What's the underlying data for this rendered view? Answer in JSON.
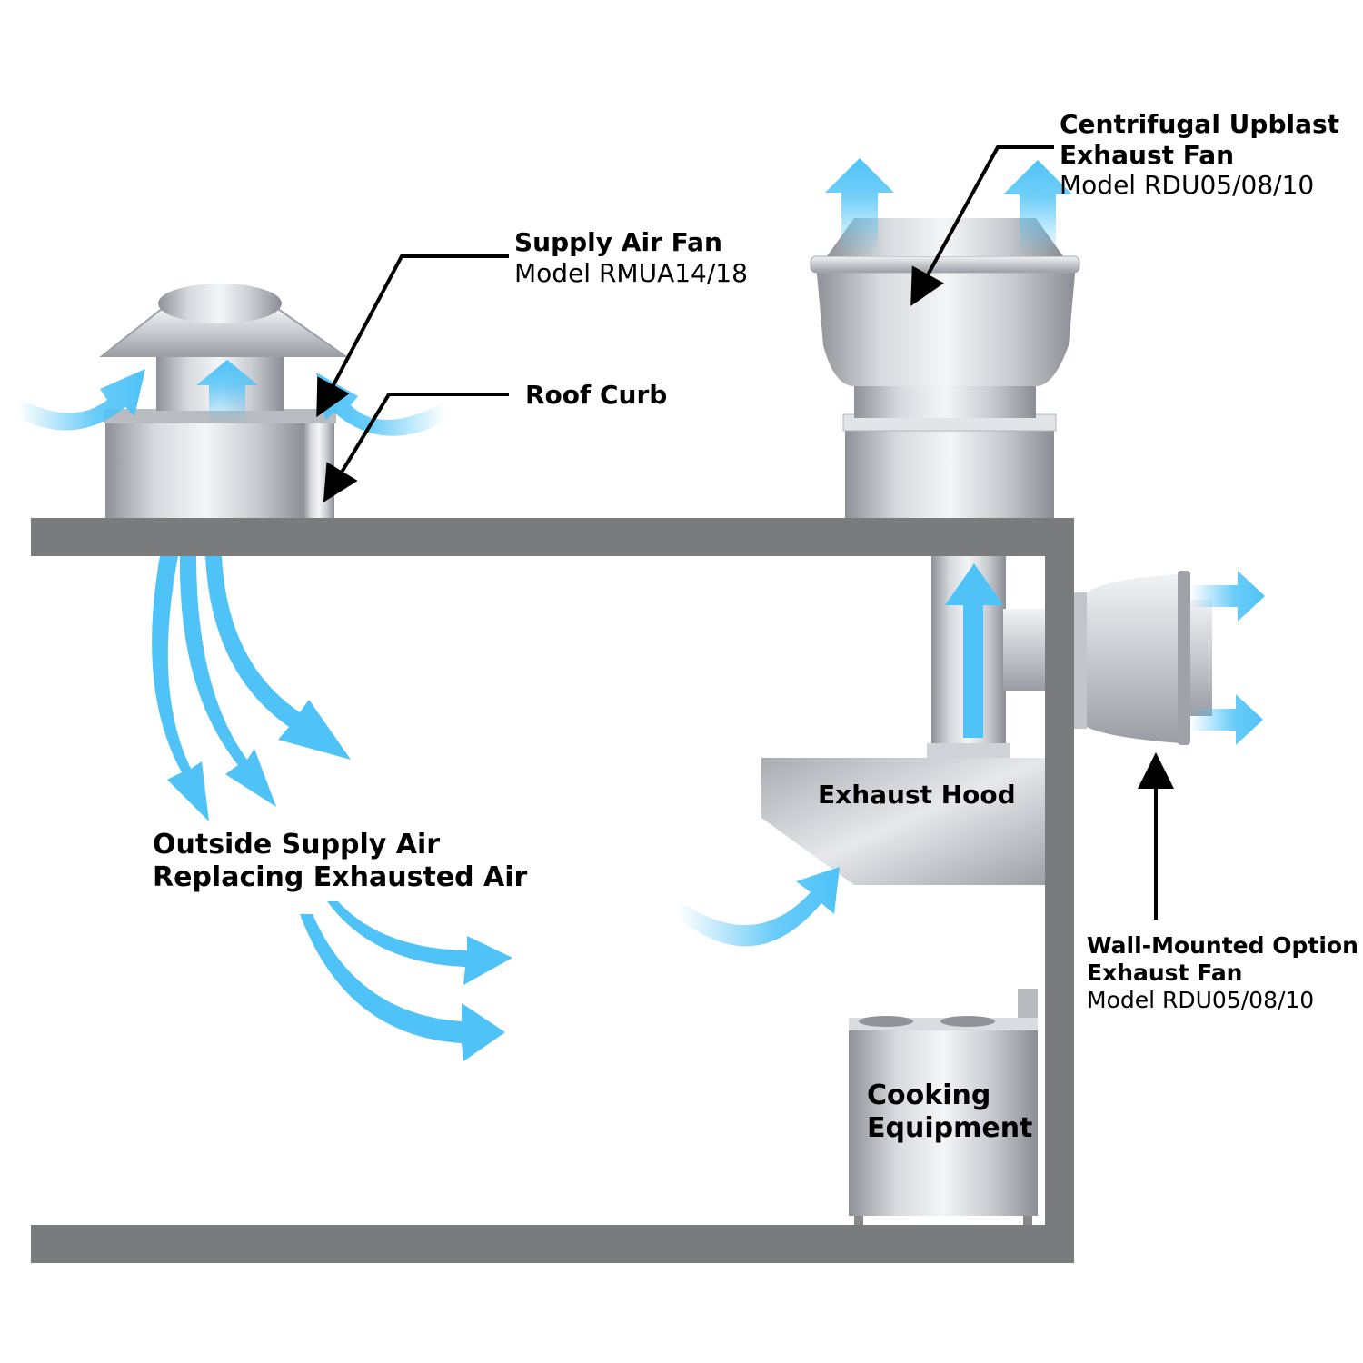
{
  "labels": {
    "centrifugal_fan": {
      "line1": "Centrifugal Upblast",
      "line2": "Exhaust Fan",
      "model": "Model RDU05/08/10"
    },
    "supply_fan": {
      "line1": "Supply Air Fan",
      "model": "Model RMUA14/18"
    },
    "roof_curb": {
      "line1": "Roof Curb"
    },
    "exhaust_hood": {
      "line1": "Exhaust Hood"
    },
    "outside_air": {
      "line1": "Outside Supply Air",
      "line2": "Replacing Exhausted Air"
    },
    "wall_fan": {
      "line1": "Wall-Mounted Option",
      "line2": "Exhaust Fan",
      "model": "Model RDU05/08/10"
    },
    "cooking": {
      "line1": "Cooking",
      "line2": "Equipment"
    }
  },
  "colors": {
    "wall": "#7a7b7d",
    "air_flow": "#4fc3f7",
    "steel_light": "#e9ebee",
    "steel_dark": "#8e9298",
    "leader_line": "#000000"
  }
}
